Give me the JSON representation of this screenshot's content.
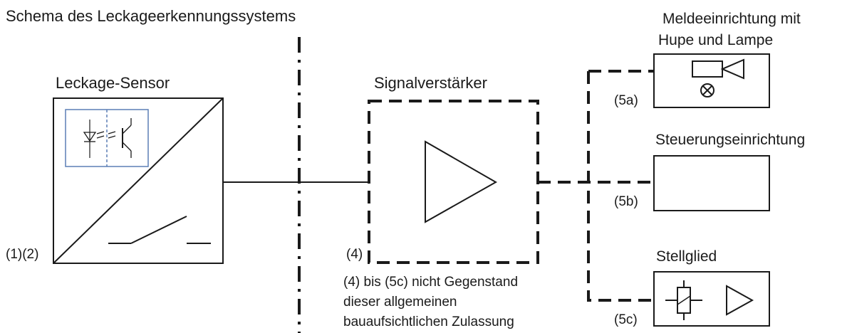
{
  "title": "Schema des Leckageerkennungssystems",
  "sensor": {
    "label": "Leckage-Sensor",
    "ref": "(1)(2)"
  },
  "amplifier": {
    "label": "Signalverstärker",
    "ref": "(4)"
  },
  "note": {
    "line1": "(4) bis (5c) nicht Gegenstand",
    "line2": "dieser allgemeinen",
    "line3": "bauaufsichtlichen Zulassung"
  },
  "alarm": {
    "label_line1": "Meldeeinrichtung mit",
    "label_line2": "Hupe und Lampe",
    "ref": "(5a)"
  },
  "control": {
    "label": "Steuerungseinrichtung",
    "ref": "(5b)"
  },
  "actuator": {
    "label": "Stellglied",
    "ref": "(5c)"
  },
  "colors": {
    "line": "#1a1a1a",
    "optocoupler": "#5b7fb5"
  },
  "icons": [
    "optocoupler-icon",
    "switch-contact-icon",
    "amplifier-triangle-icon",
    "horn-icon",
    "lamp-icon",
    "relay-coil-icon",
    "actuator-triangle-icon"
  ]
}
